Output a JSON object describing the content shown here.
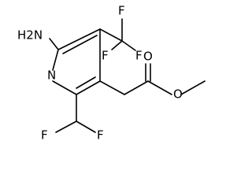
{
  "atoms": {
    "amino": "H2N",
    "ring_nitrogen": "N",
    "fluorine_cf3_top": "F",
    "fluorine_cf3_left": "F",
    "fluorine_cf3_right": "F",
    "carbonyl_oxygen": "O",
    "ester_oxygen": "O",
    "fluorine_chf2_left": "F",
    "fluorine_chf2_right": "F"
  }
}
